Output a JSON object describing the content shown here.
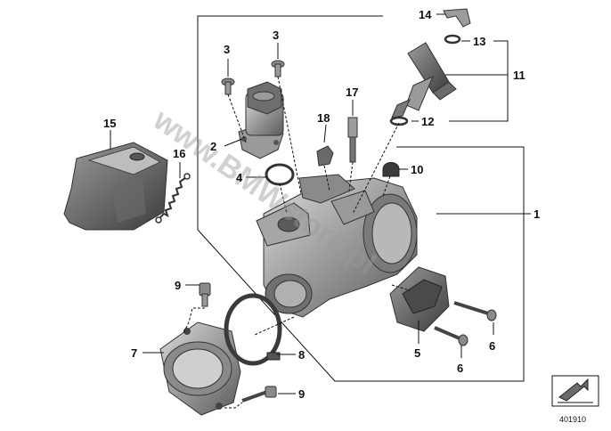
{
  "diagram": {
    "callouts": {
      "c1": "1",
      "c2": "2",
      "c3a": "3",
      "c3b": "3",
      "c4": "4",
      "c5": "5",
      "c6a": "6",
      "c6b": "6",
      "c7": "7",
      "c8": "8",
      "c9a": "9",
      "c9b": "9",
      "c10": "10",
      "c11": "11",
      "c12": "12",
      "c13": "13",
      "c14": "14",
      "c15": "15",
      "c16": "16",
      "c17": "17",
      "c18": "18"
    },
    "watermark": "www.BMWstore.pl",
    "reference_number": "401910",
    "colors": {
      "part_dark": "#4a4a4a",
      "part_mid": "#8c8c8c",
      "part_light": "#c8c8c8",
      "lines": "#111111"
    },
    "icons": {
      "corner_symbol": "arrow-icon"
    }
  }
}
